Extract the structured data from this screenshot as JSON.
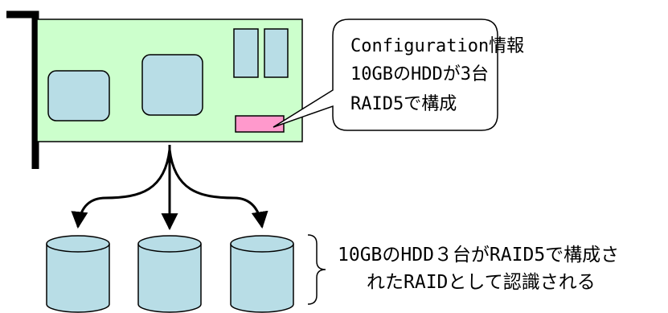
{
  "colors": {
    "board": "#ccffcc",
    "chip": "#b8dde6",
    "config_chip": "#ff99cc",
    "outline": "#000000"
  },
  "callout": {
    "line1": "Configuration情報",
    "line2": "10GBのHDDが3台",
    "line3": "RAID5で構成"
  },
  "caption": {
    "line1": "10GBのHDD３台がRAID5で構成さ",
    "line2": "れたRAIDとして認識される"
  }
}
